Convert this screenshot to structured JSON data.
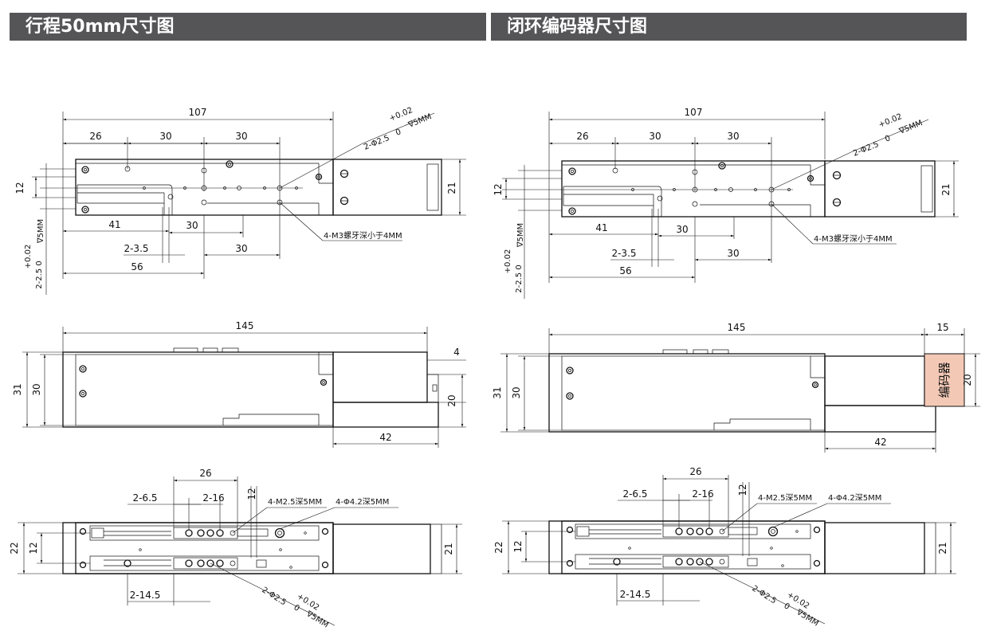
{
  "headers": {
    "left": "行程50mm尺寸图",
    "right": "闭环编码器尺寸图"
  },
  "dims": {
    "d107": "107",
    "d26": "26",
    "d30": "30",
    "d12": "12",
    "d21": "21",
    "d41": "41",
    "d2_3_5": "2-3.5",
    "d56": "56",
    "hole_note": "2-Φ2.5",
    "tol_plus": "+0.02",
    "tol_zero": "0",
    "depth_5mm": "∇5MM",
    "m3_note": "4-M3螺牙深小于4MM",
    "side_tol": "+0.02",
    "side_hole": "2-2.5  0",
    "side_depth": "∇5MM",
    "d145": "145",
    "d31": "31",
    "d4": "4",
    "d20": "20",
    "d42": "42",
    "d15": "15",
    "d22": "22",
    "d2_6_5": "2-6.5",
    "d2_16": "2-16",
    "m25_note": "4-M2.5深5MM",
    "phi42_note": "4-Φ4.2深5MM",
    "d2_14_5": "2-14.5",
    "encoder_label": "编码器"
  }
}
